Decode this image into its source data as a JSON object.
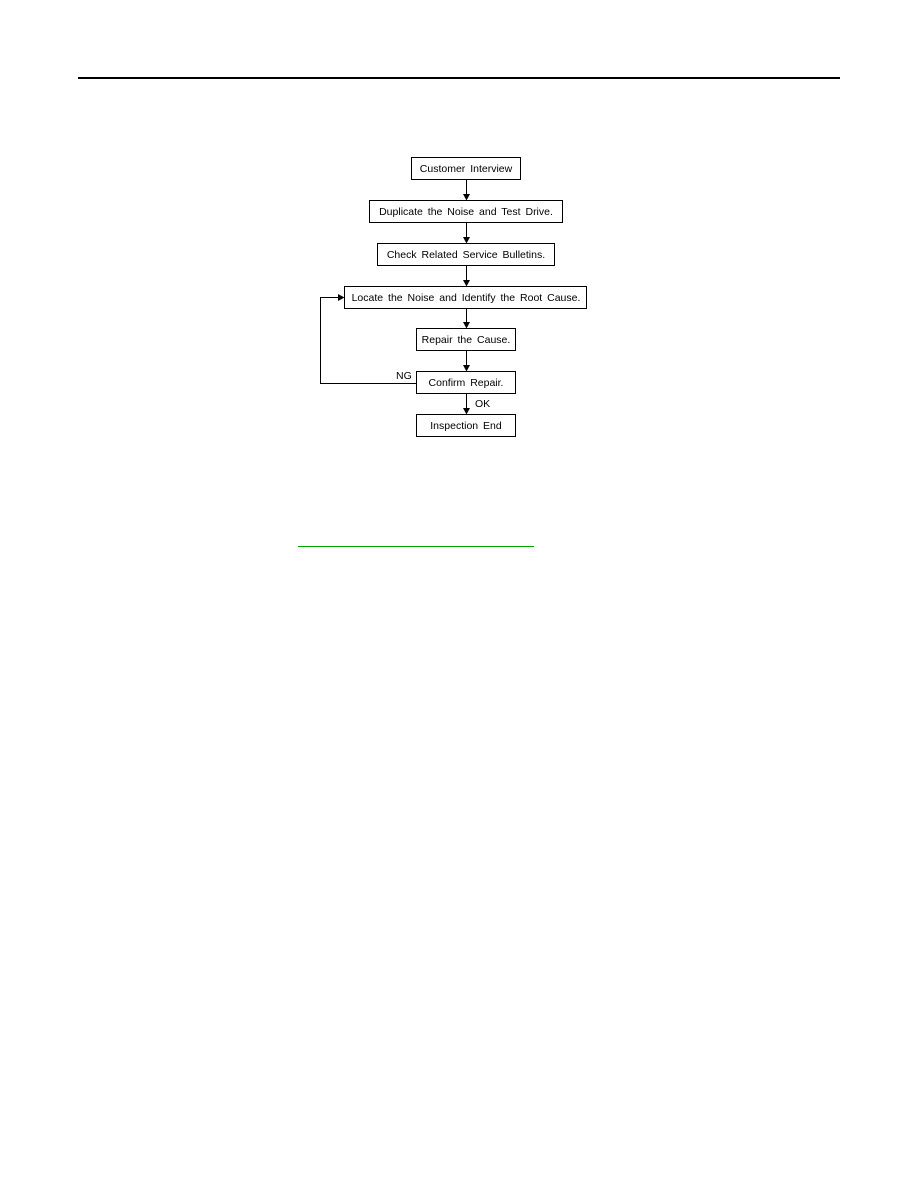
{
  "flowchart": {
    "steps": [
      "Customer Interview",
      "Duplicate the Noise and Test Drive.",
      "Check Related Service Bulletins.",
      "Locate the Noise and Identify the Root Cause.",
      "Repair the Cause.",
      "Confirm Repair.",
      "Inspection End"
    ],
    "ng_label": "NG",
    "ok_label": "OK"
  },
  "colors": {
    "rule": "#000000",
    "link_underline": "#00a000"
  }
}
